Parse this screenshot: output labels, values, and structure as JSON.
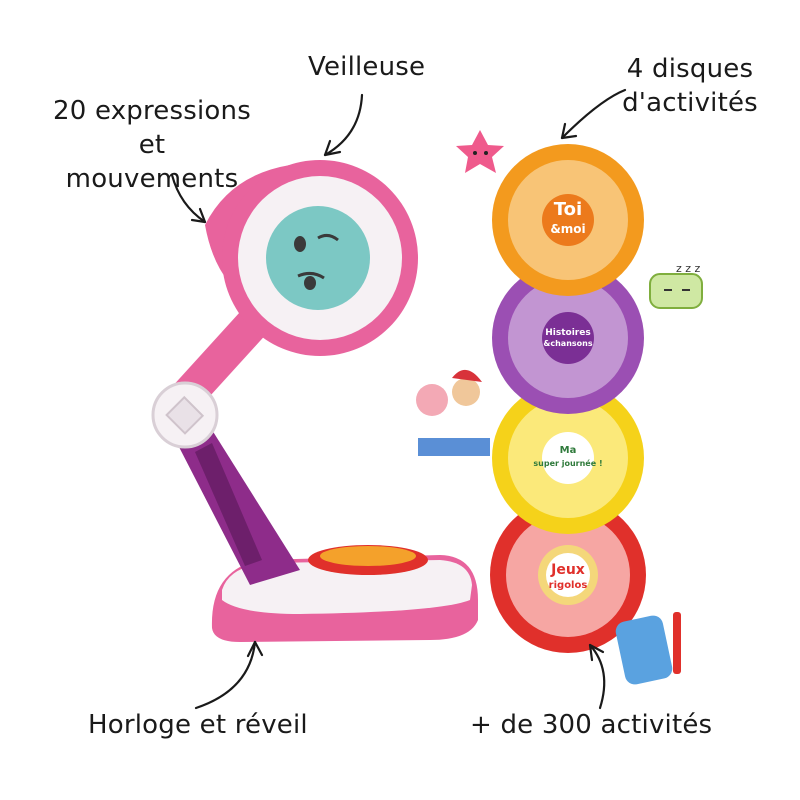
{
  "labels": {
    "veilleuse": "Veilleuse",
    "expressions_line1": "20 expressions",
    "expressions_line2": "et mouvements",
    "disques_line1": "4 disques",
    "disques_line2": "d'activités",
    "horloge": "Horloge et réveil",
    "activites": "+ de 300 activités"
  },
  "discs": [
    {
      "title_line1": "Toi",
      "title_line2": "&moi",
      "color": "#f39a1e"
    },
    {
      "title_line1": "Histoires",
      "title_line2": "&chansons",
      "color": "#9b4fb3"
    },
    {
      "title_line1": "Ma",
      "title_line2": "super journée !",
      "color": "#f5d21a"
    },
    {
      "title_line1": "Jeux",
      "title_line2": "rigolos",
      "color": "#e0302b"
    }
  ],
  "colors": {
    "lamp_pink": "#e8639d",
    "lamp_purple": "#8e2c8a",
    "lamp_white": "#f6f1f4",
    "face_teal": "#7cc8c4"
  },
  "sticker_text": {
    "sleep": "z z z"
  }
}
